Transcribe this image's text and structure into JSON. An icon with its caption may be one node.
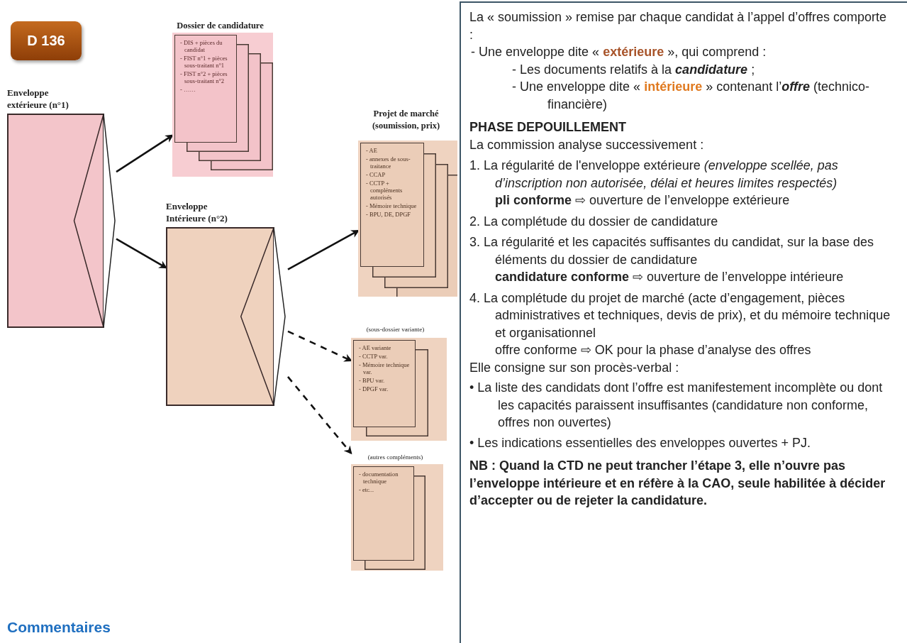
{
  "diagram": {
    "nodes": [
      {
        "text": [
          "D 136"
        ]
      },
      {
        "text": [
          "Enveloppe extérieure (n°1)"
        ]
      },
      {
        "text": [
          "Dossier de candidature",
          "- DIS + pièces du candidat",
          "- FIST n°1 + pièces sous-traitant n°1",
          "- FIST n°2 + pièces sous-traitant n°2",
          "- ……"
        ]
      },
      {
        "text": [
          "Enveloppe Intérieure (n°2)"
        ]
      },
      {
        "text": [
          "Projet de marché (soumission, prix)",
          "- AE",
          "- annexes de sous-traitance",
          "- CCAP",
          "- CCTP + compléments autorisés",
          "- Mémoire technique",
          "- BPU, DE, DPGF"
        ]
      },
      {
        "text": [
          "(sous-dossier variante)",
          "- AE variante",
          "- CCTP var.",
          "- Mémoire technique var.",
          "- BPU var.",
          "- DPGF var."
        ]
      },
      {
        "text": [
          "(autres compléments)",
          "- documentation technique",
          "- etc..."
        ]
      },
      {
        "text": [
          "La « soumission » remise par chaque candidat à l’appel d’offres comporte :",
          "- Une enveloppe dite « **extérieure** », qui comprend :",
          "- Les documents relatifs à la *candidature* ;",
          "- Une enveloppe dite « **intérieure** » contenant l’*offre* (technico-financière)",
          "PHASE DEPOUILLEMENT",
          "La commission analyse successivement :",
          "1. La régularité de l'enveloppe extérieure *(enveloppe scellée, pas d’inscription non autorisée, délai et heures limites respectés)*",
          "**pli conforme** ⇨ ouverture de l’enveloppe extérieure",
          "2. La complétude du dossier de candidature",
          "3. La régularité et les capacités suffisantes du candidat, sur la base des éléments du dossier de candidature",
          "**candidature conforme** ⇨ ouverture de l’enveloppe intérieure",
          "4. La complétude du projet de marché (acte d’engagement, pièces administratives et techniques, devis de prix), et du mémoire technique et organisationnel",
          "offre conforme ⇨ OK pour la phase d’analyse des offres",
          "Elle consigne sur son procès-verbal :",
          "• La liste des candidats dont l’offre est manifestement incomplète ou dont les capacités paraissent insuffisantes (candidature non conforme, offres non ouvertes)",
          "• Les indications essentielles des enveloppes ouvertes + PJ.",
          "NB : Quand la CTD ne peut trancher l’étape 3, elle n’ouvre pas l’enveloppe intérieure et en réfère à la CAO, seule habilitée à décider d’accepter ou de rejeter la candidature."
        ]
      }
    ],
    "edges": [
      {
        "from": 1,
        "to": 2,
        "arrow": "to"
      },
      {
        "from": 1,
        "to": 3,
        "arrow": "to"
      },
      {
        "from": 3,
        "to": 4,
        "arrow": "to"
      },
      {
        "from": 3,
        "to": 5,
        "arrow": "to",
        "style": "dashed"
      },
      {
        "from": 3,
        "to": 6,
        "arrow": "to",
        "style": "dashed"
      }
    ],
    "labels": [
      "Commentaires"
    ]
  }
}
